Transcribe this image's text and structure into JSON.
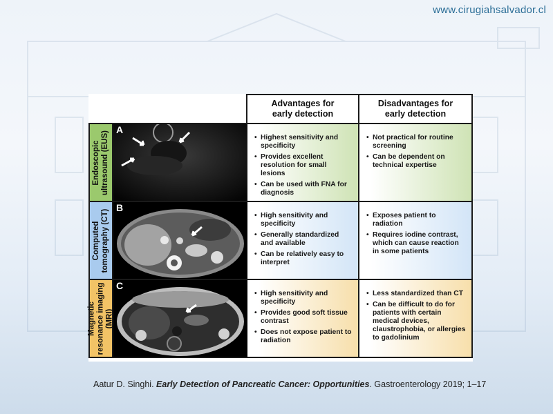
{
  "site": {
    "url": "www.cirugiahsalvador.cl"
  },
  "table": {
    "headers": [
      "Advantages for\nearly detection",
      "Disadvantages for\nearly detection"
    ],
    "rows": [
      {
        "label": "Endoscopic\nultrasound (EUS)",
        "panel": "A",
        "color": "#9bc96d",
        "advantages": [
          "Highest sensitivity and specificity",
          "Provides excellent resolution for small lesions",
          "Can be used with FNA for diagnosis"
        ],
        "disadvantages": [
          "Not practical for routine screening",
          "Can be dependent on technical expertise"
        ]
      },
      {
        "label": "Computed\ntomography (CT)",
        "panel": "B",
        "color": "#a9cbee",
        "advantages": [
          "High sensitivity and specificity",
          "Generally standardized and available",
          "Can be relatively easy to interpret"
        ],
        "disadvantages": [
          "Exposes patient to radiation",
          "Requires iodine contrast, which can cause reaction in some patients"
        ]
      },
      {
        "label": "Magnetic\nresonance imaging\n(MRI)",
        "panel": "C",
        "color": "#f2c366",
        "advantages": [
          "High sensitivity and specificity",
          "Provides good soft tissue contrast",
          "Does not expose patient to radiation"
        ],
        "disadvantages": [
          "Less standardized than CT",
          "Can be difficult to do for patients with certain medical devices, claustrophobia, or allergies to gadolinium"
        ]
      }
    ]
  },
  "citation": {
    "authors": "Aatur D. Singhi.",
    "title": "Early Detection of Pancreatic Cancer: Opportunities",
    "journal": ". Gastroenterology 2019; 1–17"
  }
}
